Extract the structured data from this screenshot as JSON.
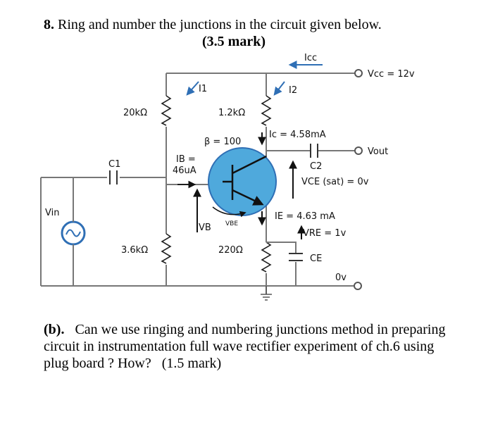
{
  "question": {
    "number": "8.",
    "text": "Ring and number the junctions in the circuit given below.",
    "marks": "(3.5 mark)"
  },
  "circuit": {
    "icc": "Icc",
    "vcc": "Vcc = 12v",
    "i1": "I1",
    "i2": "I2",
    "r1": "20kΩ",
    "rc": "1.2kΩ",
    "beta": "β = 100",
    "ic": "Ic = 4.58mA",
    "vout": "Vout",
    "c2": "C2",
    "c1": "C1",
    "ib_label": "IB =",
    "ib_value": "46uA",
    "vce": "VCE (sat) = 0v",
    "vin": "Vin",
    "ie": "IE = 4.63 mA",
    "vbe": "VBE",
    "vb": "VB",
    "vre": "VRE = 1v",
    "r2": "3.6kΩ",
    "re": "220Ω",
    "ce": "CE",
    "zero_v": "0v"
  },
  "part_b": {
    "label": "(b).",
    "text": "Can we use ringing and numbering junctions method in preparing circuit in instrumentation full wave rectifier experiment of ch.6 using plug board ? How?",
    "marks": "(1.5 mark)"
  },
  "colors": {
    "transistor_fill": "#4fa9dc",
    "arrow_blue": "#2f6fb5",
    "wire": "#777777",
    "source_blue": "#2f6fb5"
  }
}
